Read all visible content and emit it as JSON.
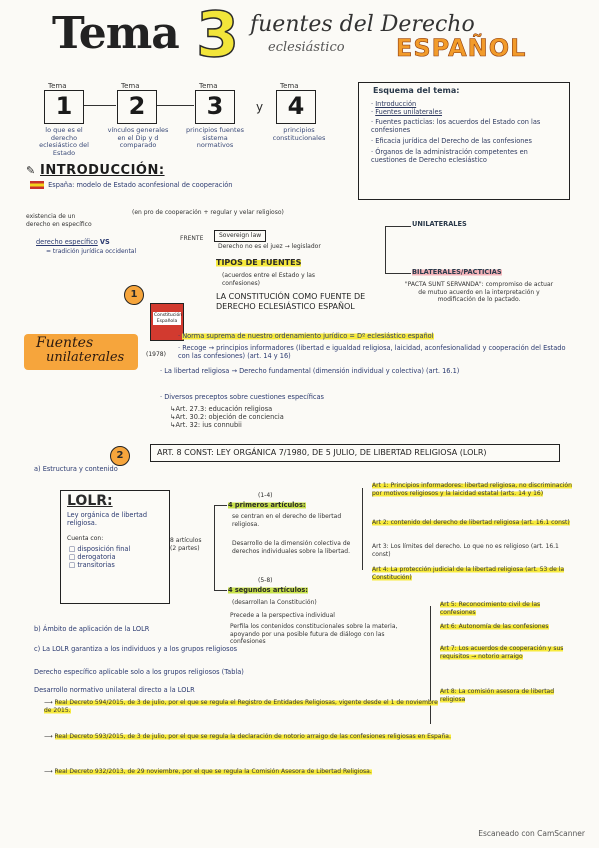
{
  "header": {
    "tema_word": "Tema",
    "tema_num": "3",
    "title_line1": "fuentes del Derecho",
    "title_line2": "eclesiástico",
    "title_word": "ESPAÑOL"
  },
  "temas": [
    {
      "tag": "Tema",
      "num": "1",
      "desc": "lo que es el derecho eclesiástico del Estado"
    },
    {
      "tag": "Tema",
      "num": "2",
      "desc": "vínculos generales en el Dip y d comparado"
    },
    {
      "tag": "Tema",
      "num": "3",
      "desc": "principios fuentes sistema normativos"
    },
    {
      "tag": "Tema",
      "num": "4",
      "desc": "principios constitucionales"
    }
  ],
  "esquema": {
    "title": "Esquema del tema:",
    "items": [
      "Introducción",
      "Fuentes unilaterales",
      "Fuentes pacticias: los acuerdos del Estado con las confesiones",
      "Eficacia jurídica del Derecho de las confesiones",
      "Órganos de la administración competentes en cuestiones de Derecho eclesiástico"
    ]
  },
  "intro": {
    "title": "INTRODUCCIÓN:",
    "espana": "España: modelo de Estado aconfesional de cooperación",
    "espana_note": "(en pro de cooperación + regular y velar religioso)",
    "existencia": "existencia de un derecho en específico",
    "derecho_especifico": "derecho específico",
    "vs": "VS",
    "tradicion": "= tradición jurídica occidental",
    "frente": "FRENTE",
    "sovereignty": "Sovereign law",
    "derecho_note": "Derecho no es el juez → legislador",
    "tipos": "tipos de fuentes",
    "tipos_note": "(acuerdos entre el Estado y las confesiones)",
    "unilaterales": "unilaterales",
    "bilaterales": "bilaterales/pacticias",
    "pacta": "\"PACTA SUNT SERVANDA\": compromiso de actuar de mutuo acuerdo en la interpretación y modificación de lo pactado."
  },
  "section1": {
    "num": "1",
    "book_label": "Constitución Española",
    "title": "LA CONSTITUCIÓN COMO FUENTE DE DERECHO ECLESIÁSTICO ESPAÑOL"
  },
  "fuentes_unilaterales": {
    "label1": "Fuentes",
    "label2": "unilaterales",
    "year": "(1978)",
    "p1": "Norma suprema de nuestro ordenamiento jurídico = Dº eclesiástico español",
    "p2": "Recoge → principios informadores (libertad e igualdad religiosa, laicidad, aconfesionalidad y cooperación del Estado con las confesiones) (art. 14 y 16)",
    "p3": "La libertad religiosa → Derecho fundamental (dimensión individual y colectiva) (art. 16.1)",
    "p4": "Diversos preceptos sobre cuestiones específicas",
    "arts": [
      "Art. 27.3: educación religiosa",
      "Art. 30.2: objeción de conciencia",
      "Art. 32: ius connubii"
    ]
  },
  "section2": {
    "num": "2",
    "title": "ART. 8 CONST: LEY ORGÁNICA 7/1980, DE 5 JULIO, DE LIBERTAD RELIGIOSA (LOLR)",
    "estructura": "a) Estructura y contenido"
  },
  "lolr": {
    "title": "LOLR:",
    "sub": "Ley orgánica de libertad religiosa.",
    "cuenta": "Cuenta con:",
    "list": [
      "disposición final",
      "derogatoria",
      "transitorias"
    ],
    "art_count": "8 artículos",
    "partes": "(2 partes)",
    "r14": "(1-4)",
    "primeros": "4 primeros artículos:",
    "primeros_note": "se centran en el derecho de libertad religiosa.",
    "primeros_note2": "Desarrollo de la dimensión colectiva de derechos individuales sobre la libertad.",
    "r58": "(5-8)",
    "segundos": "4 segundos artículos:",
    "segundos_note": "(desarrollan la Constitución)",
    "art1": "Art 1: Principios informadores: libertad religiosa, no discriminación por motivos religiosos y la laicidad estatal (arts. 14 y 16)",
    "art2": "Art 2: contenido del derecho de libertad religiosa (art. 16.1 const)",
    "art3": "Art 3: Los límites del derecho. Lo que no es religioso (art. 16.1 const)",
    "art4": "Art 4: La protección judicial de la libertad religiosa (art. 53 de la Constitución)",
    "art5": "Art 5: Reconocimiento civil de las confesiones",
    "art6": "Art 6: Autonomía de las confesiones",
    "art7": "Art 7: Los acuerdos de cooperación y sus requisitos → notorio arraigo",
    "art8": "Art 8: La comisión asesora de libertad religiosa"
  },
  "bottom": {
    "b": "b) Ámbito de aplicación de la LOLR",
    "c": "c) La LOLR garantiza a los individuos y a los grupos religiosos",
    "note1": "Precede a la perspectiva individual",
    "note2": "Perfila los contenidos constitucionales sobre la materia, apoyando por una posible futura de diálogo con las confesiones",
    "d": "Derecho específico aplicable solo a los grupos religiosos (Tabla)",
    "e": "Desarrollo normativo unilateral directo a la LOLR",
    "rd1": "Real Decreto 594/2015, de 3 de julio, por el que se regula el Registro de Entidades Religiosas, vigente desde el 1 de noviembre de 2015.",
    "rd2": "Real Decreto 593/2015, de 3 de julio, por el que se regula la declaración de notorio arraigo de las confesiones religiosas en España.",
    "rd3": "Real Decreto 932/2013, de 29 noviembre, por el que se regula la Comisión Asesora de Libertad Religiosa."
  },
  "footer": "Escaneado con CamScanner"
}
